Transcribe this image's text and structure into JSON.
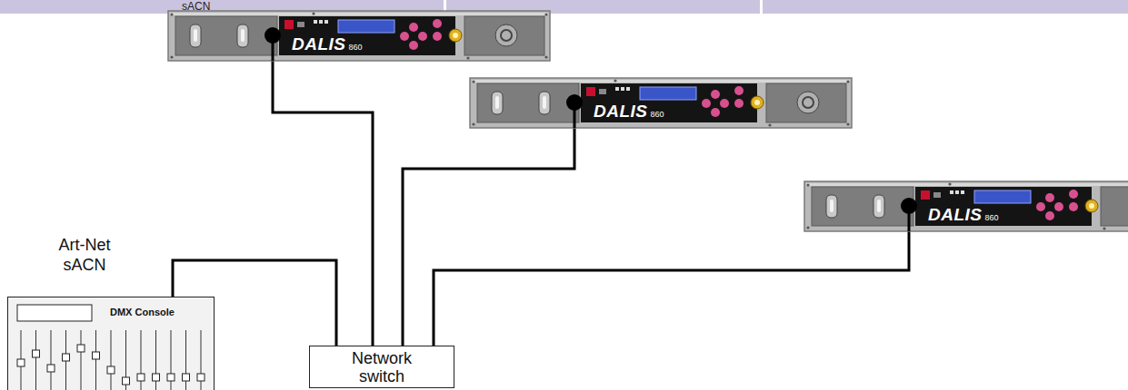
{
  "diagram": {
    "nodes": [
      {
        "text": [
          "DALIS",
          "860"
        ]
      },
      {
        "text": [
          "DALIS",
          "860"
        ]
      },
      {
        "text": [
          "DALIS",
          "860"
        ]
      },
      {
        "text": [
          "DMX Console"
        ]
      },
      {
        "text": [
          "Network switch"
        ]
      }
    ],
    "edges": [
      {
        "from": 3,
        "to": 4,
        "arrow": "none",
        "label": "Art-Net sACN"
      },
      {
        "from": 4,
        "to": 0,
        "arrow": "none"
      },
      {
        "from": 4,
        "to": 1,
        "arrow": "none"
      },
      {
        "from": 4,
        "to": 2,
        "arrow": "none"
      }
    ],
    "labels": [
      "sACN"
    ]
  }
}
